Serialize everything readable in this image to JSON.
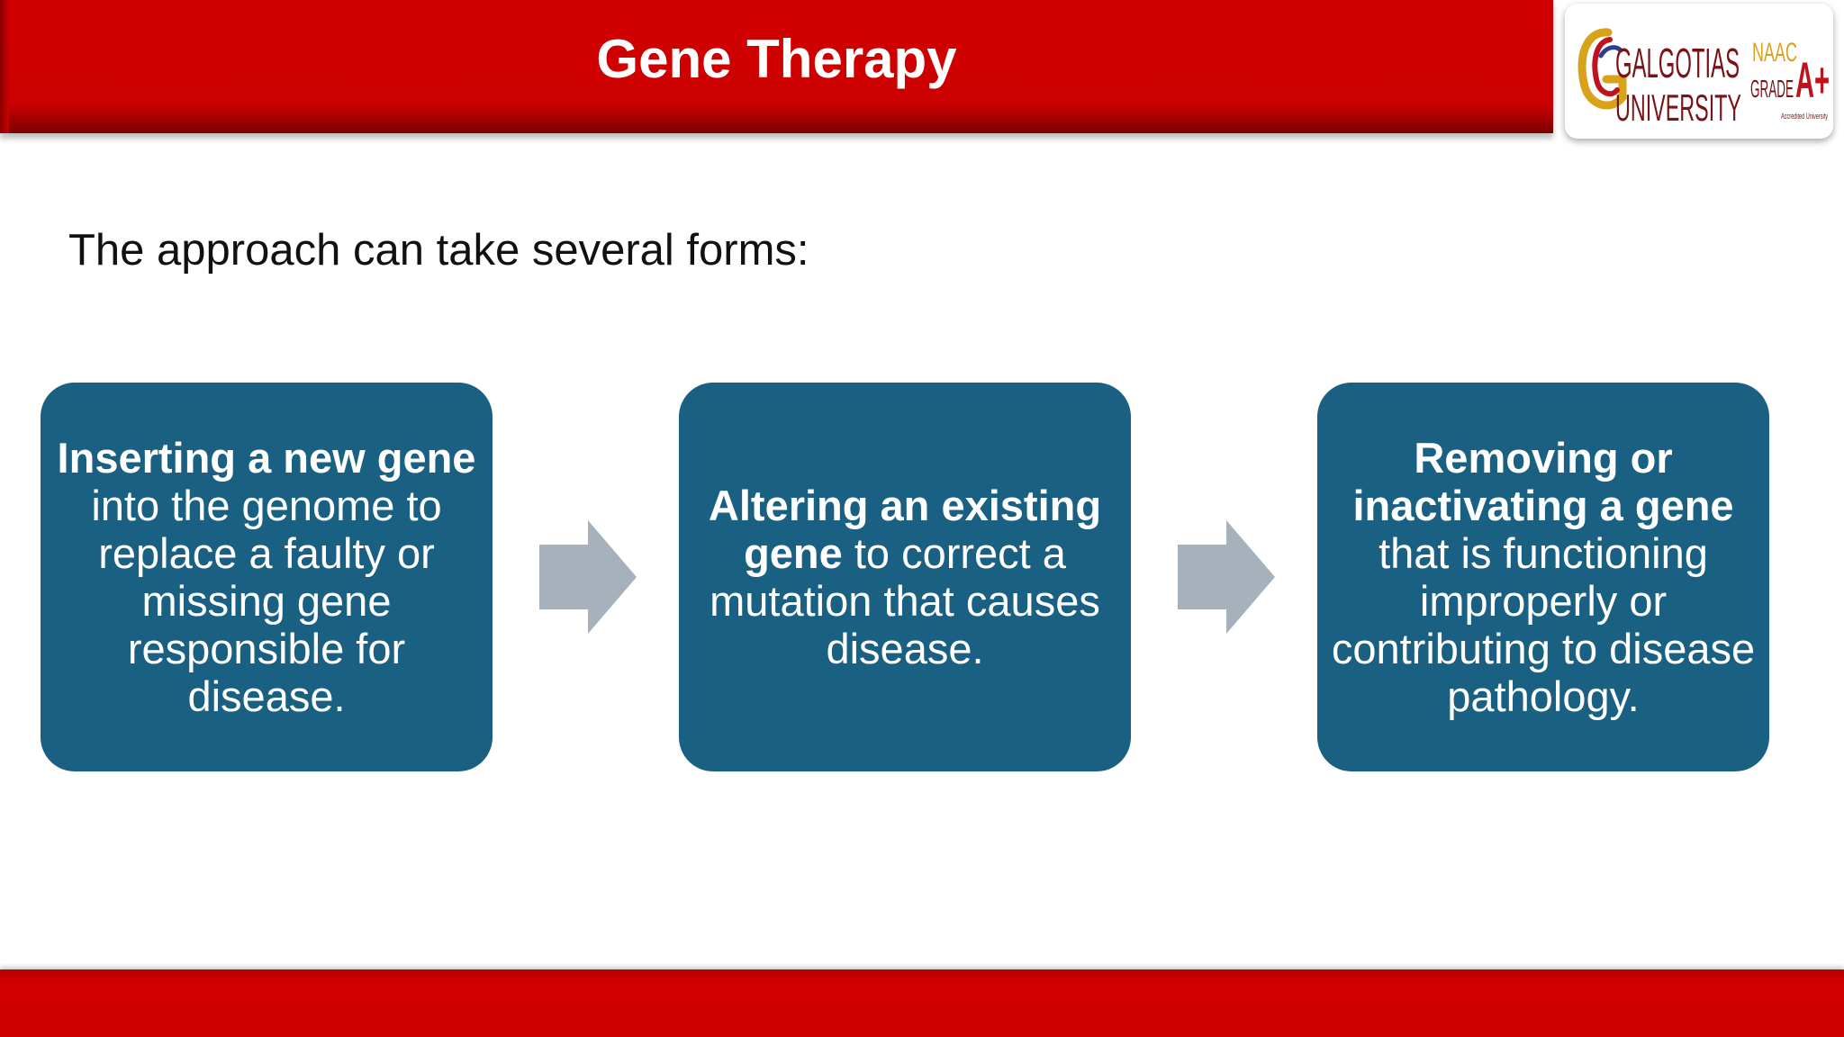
{
  "slide": {
    "title": "Gene Therapy",
    "intro": "The approach can take several forms:"
  },
  "logo": {
    "line1": "GALGOTIAS",
    "line2": "UNIVERSITY",
    "badge_top": "NAAC",
    "badge_grade": "GRADE",
    "badge_rating": "A+",
    "badge_caption": "Accredited University"
  },
  "steps": [
    {
      "bold": "Inserting a new gene",
      "rest": " into the genome to replace a faulty or missing gene responsible for disease."
    },
    {
      "bold": "Altering an existing gene",
      "rest": " to correct a mutation that causes disease."
    },
    {
      "bold": "Removing or inactivating a gene",
      "rest": " that is functioning improperly or contributing to disease pathology."
    }
  ],
  "colors": {
    "header_red": "#cc0000",
    "box_blue": "#1a6082",
    "arrow_gray": "#a7b1bc"
  },
  "icons": {
    "arrow": "right-arrow-icon"
  }
}
